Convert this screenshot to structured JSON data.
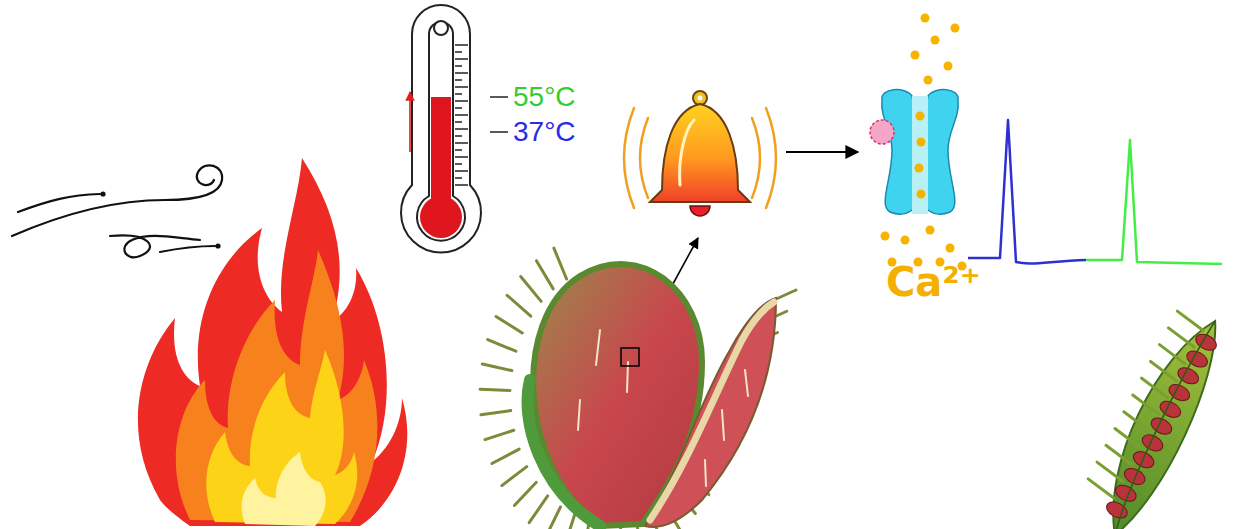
{
  "diagram": {
    "labels": [
      "55°C",
      "37°C",
      "Ca²⁺"
    ]
  }
}
